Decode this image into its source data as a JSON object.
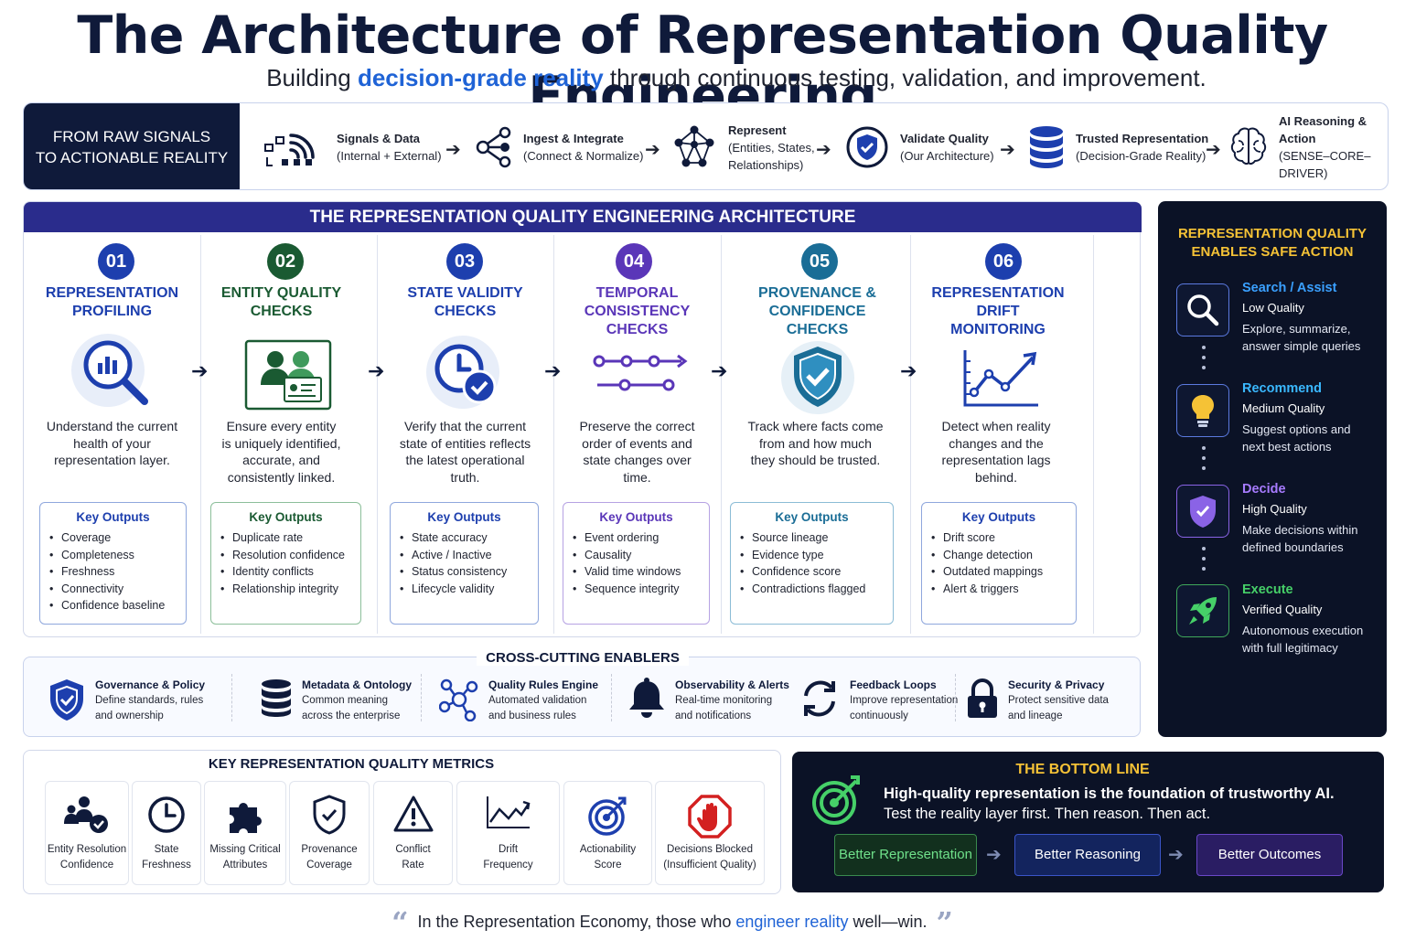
{
  "header": {
    "title": "The Architecture of Representation Quality Engineering",
    "subtitle_pre": "Building ",
    "subtitle_hl": "decision-grade reality",
    "subtitle_post": " through continuous testing, validation, and improvement."
  },
  "flow": {
    "head_line1": "FROM RAW SIGNALS",
    "head_line2": "TO ACTIONABLE REALITY",
    "steps": [
      {
        "title": "Signals & Data",
        "sub": "(Internal + External)",
        "icon": "signal-icon"
      },
      {
        "title": "Ingest & Integrate",
        "sub": "(Connect & Normalize)",
        "icon": "integrate-icon"
      },
      {
        "title": "Represent",
        "sub": "(Entities, States,",
        "sub2": "Relationships)",
        "icon": "network-icon"
      },
      {
        "title": "Validate Quality",
        "sub": "(Our Architecture)",
        "icon": "shield-check-icon"
      },
      {
        "title": "Trusted Representation",
        "sub": "(Decision-Grade Reality)",
        "icon": "database-icon"
      },
      {
        "title": "AI Reasoning & Action",
        "sub": "(SENSE–CORE–DRIVER)",
        "icon": "brain-icon"
      }
    ]
  },
  "architecture": {
    "heading": "THE REPRESENTATION QUALITY ENGINEERING ARCHITECTURE",
    "key_outputs_label": "Key Outputs",
    "columns": [
      {
        "num": "01",
        "title1": "REPRESENTATION",
        "title2": "PROFILING",
        "title3": "",
        "color": "#1d3fae",
        "desc": [
          "Understand the current",
          "health of your",
          "representation layer."
        ],
        "outputs": [
          "Coverage",
          "Completeness",
          "Freshness",
          "Connectivity",
          "Confidence baseline"
        ]
      },
      {
        "num": "02",
        "title1": "ENTITY QUALITY",
        "title2": "CHECKS",
        "title3": "",
        "color": "#1a5a32",
        "desc": [
          "Ensure every entity",
          "is uniquely identified,",
          "accurate, and",
          "consistently linked."
        ],
        "outputs": [
          "Duplicate rate",
          "Resolution confidence",
          "Identity conflicts",
          "Relationship integrity"
        ]
      },
      {
        "num": "03",
        "title1": "STATE VALIDITY",
        "title2": "CHECKS",
        "title3": "",
        "color": "#1d3fae",
        "desc": [
          "Verify that the current",
          "state of entities reflects",
          "the latest operational",
          "truth."
        ],
        "outputs": [
          "State accuracy",
          "Active / Inactive",
          "Status consistency",
          "Lifecycle validity"
        ]
      },
      {
        "num": "04",
        "title1": "TEMPORAL",
        "title2": "CONSISTENCY",
        "title3": "CHECKS",
        "color": "#5a36b8",
        "desc": [
          "Preserve the correct",
          "order of events and",
          "state changes over",
          "time."
        ],
        "outputs": [
          "Event ordering",
          "Causality",
          "Valid time windows",
          "Sequence integrity"
        ]
      },
      {
        "num": "05",
        "title1": "PROVENANCE &",
        "title2": "CONFIDENCE",
        "title3": "CHECKS",
        "color": "#1a6d96",
        "desc": [
          "Track where facts come",
          "from and how much",
          "they should be trusted."
        ],
        "outputs": [
          "Source lineage",
          "Evidence type",
          "Confidence score",
          "Contradictions flagged"
        ]
      },
      {
        "num": "06",
        "title1": "REPRESENTATION",
        "title2": "DRIFT",
        "title3": "MONITORING",
        "color": "#1d3fae",
        "desc": [
          "Detect when reality",
          "changes and the",
          "representation lags",
          "behind."
        ],
        "outputs": [
          "Drift score",
          "Change detection",
          "Outdated mappings",
          "Alert & triggers"
        ]
      }
    ]
  },
  "enablers": {
    "heading": "CROSS-CUTTING ENABLERS",
    "items": [
      {
        "title": "Governance & Policy",
        "l1": "Define standards, rules",
        "l2": "and ownership",
        "icon": "shield-check-icon"
      },
      {
        "title": "Metadata & Ontology",
        "l1": "Common meaning",
        "l2": "across the enterprise",
        "icon": "database-icon"
      },
      {
        "title": "Quality Rules Engine",
        "l1": "Automated validation",
        "l2": "and business rules",
        "icon": "nodes-icon"
      },
      {
        "title": "Observability & Alerts",
        "l1": "Real-time monitoring",
        "l2": "and notifications",
        "icon": "bell-icon"
      },
      {
        "title": "Feedback Loops",
        "l1": "Improve representation",
        "l2": "continuously",
        "icon": "cycle-icon"
      },
      {
        "title": "Security & Privacy",
        "l1": "Protect sensitive data",
        "l2": "and lineage",
        "icon": "lock-icon"
      }
    ]
  },
  "metrics": {
    "heading": "KEY REPRESENTATION QUALITY METRICS",
    "items": [
      {
        "l1": "Entity Resolution",
        "l2": "Confidence",
        "icon": "people-check-icon"
      },
      {
        "l1": "State",
        "l2": "Freshness",
        "icon": "clock-icon"
      },
      {
        "l1": "Missing Critical",
        "l2": "Attributes",
        "icon": "puzzle-icon"
      },
      {
        "l1": "Provenance",
        "l2": "Coverage",
        "icon": "shield-check-icon"
      },
      {
        "l1": "Conflict",
        "l2": "Rate",
        "icon": "warning-icon"
      },
      {
        "l1": "Drift",
        "l2": "Frequency",
        "icon": "trend-icon"
      },
      {
        "l1": "Actionability",
        "l2": "Score",
        "icon": "target-icon"
      },
      {
        "l1": "Decisions Blocked",
        "l2": "(Insufficient Quality)",
        "icon": "stop-hand-icon"
      }
    ]
  },
  "safe_action": {
    "heading1": "REPRESENTATION QUALITY",
    "heading2": "ENABLES SAFE ACTION",
    "levels": [
      {
        "title": "Search / Assist",
        "quality": "Low Quality",
        "d1": "Explore, summarize,",
        "d2": "answer simple queries",
        "color": "#3aa0ff",
        "icon": "search-icon"
      },
      {
        "title": "Recommend",
        "quality": "Medium Quality",
        "d1": "Suggest options and",
        "d2": "next best actions",
        "color": "#3ab8ff",
        "icon": "lightbulb-icon"
      },
      {
        "title": "Decide",
        "quality": "High Quality",
        "d1": "Make decisions within",
        "d2": "defined boundaries",
        "color": "#a77bff",
        "icon": "shield-check-icon"
      },
      {
        "title": "Execute",
        "quality": "Verified Quality",
        "d1": "Autonomous execution",
        "d2": "with full legitimacy",
        "color": "#46d068",
        "icon": "rocket-icon"
      }
    ]
  },
  "bottom_line": {
    "heading": "THE BOTTOM LINE",
    "line1": "High-quality representation is the foundation of trustworthy AI.",
    "line2": "Test the reality layer first. Then reason. Then act.",
    "buttons": [
      "Better Representation",
      "Better Reasoning",
      "Better Outcomes"
    ]
  },
  "quote": {
    "pre": "In  the Representation Economy, those who ",
    "hl": "engineer reality",
    "post": " well—win."
  }
}
